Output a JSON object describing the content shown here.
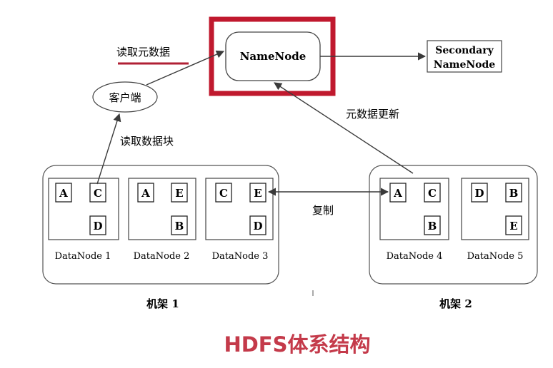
{
  "title": "HDFS体系结构",
  "namenode": {
    "label": "NameNode"
  },
  "secondary": {
    "line1": "Secondary",
    "line2": "NameNode"
  },
  "client": {
    "label": "客户端"
  },
  "labels": {
    "read_metadata": "读取元数据",
    "read_blocks": "读取数据块",
    "metadata_update": "元数据更新",
    "replicate": "复制"
  },
  "racks": [
    {
      "label": "机架 1"
    },
    {
      "label": "机架 2"
    }
  ],
  "datanodes": [
    {
      "name": "DataNode 1",
      "blocks": [
        "A",
        "C",
        "D"
      ]
    },
    {
      "name": "DataNode 2",
      "blocks": [
        "A",
        "E",
        "B"
      ]
    },
    {
      "name": "DataNode 3",
      "blocks": [
        "C",
        "E",
        "D"
      ]
    },
    {
      "name": "DataNode 4",
      "blocks": [
        "A",
        "C",
        "B"
      ]
    },
    {
      "name": "DataNode 5",
      "blocks": [
        "D",
        "B",
        "E"
      ]
    }
  ],
  "colors": {
    "highlight": "#c0192e",
    "title": "#c43a4a",
    "line": "#3a3a3a",
    "underline": "#b02035"
  }
}
